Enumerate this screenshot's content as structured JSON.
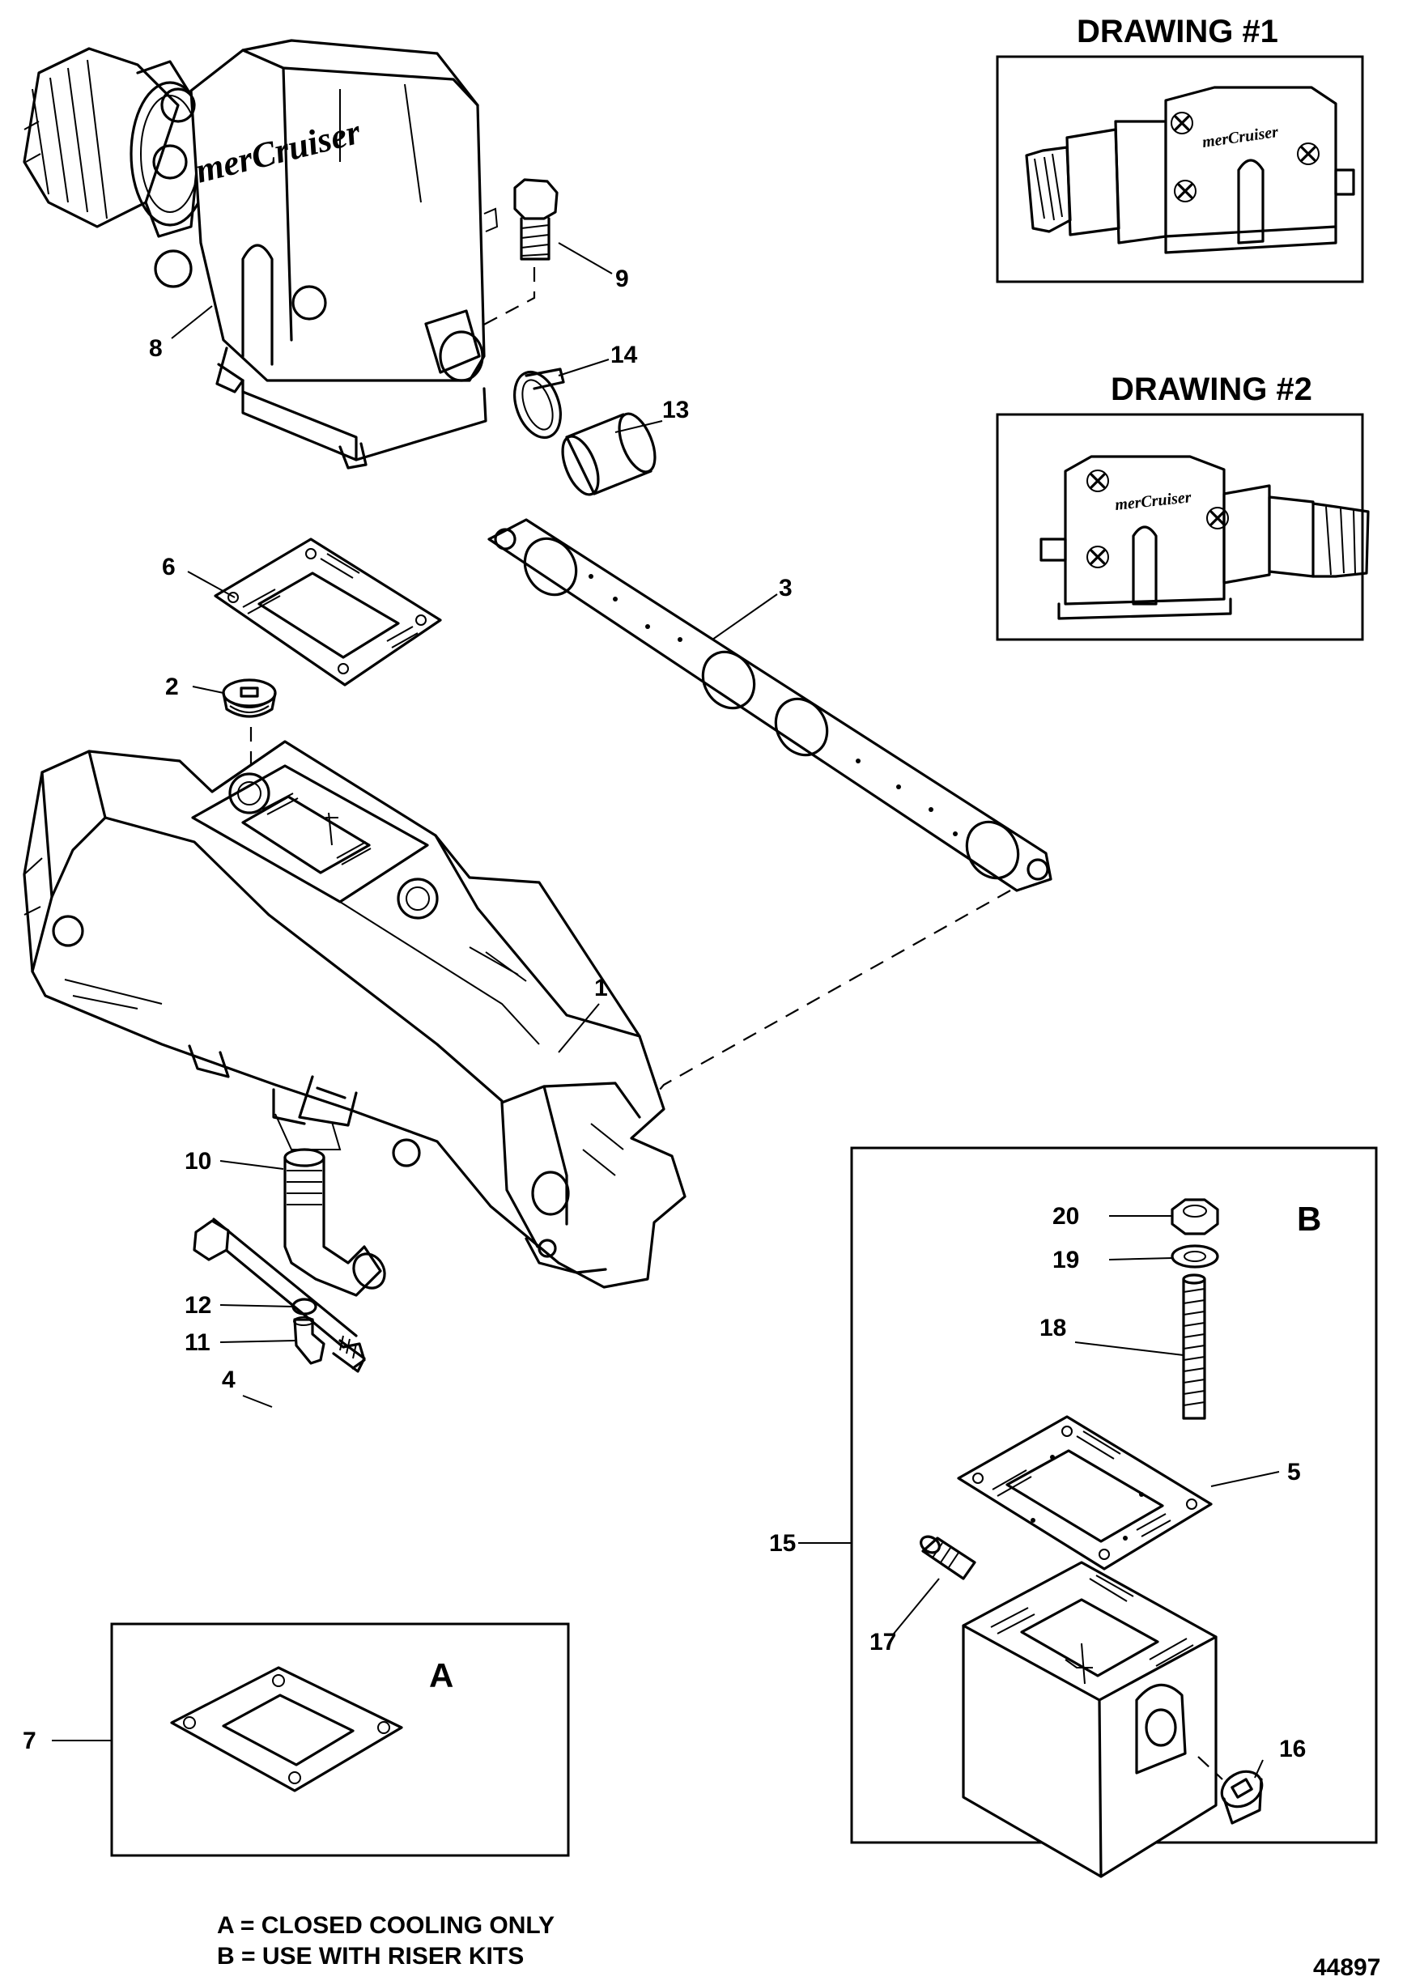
{
  "headers": {
    "drawing1": "DRAWING #1",
    "drawing2": "DRAWING #2"
  },
  "boxes": {
    "a_letter": "A",
    "b_letter": "B"
  },
  "logo": {
    "text": "merCruiser"
  },
  "callouts": {
    "c1": "1",
    "c2": "2",
    "c3": "3",
    "c4": "4",
    "c5": "5",
    "c6": "6",
    "c7": "7",
    "c8": "8",
    "c9": "9",
    "c10": "10",
    "c11": "11",
    "c12": "12",
    "c13": "13",
    "c14": "14",
    "c15": "15",
    "c16": "16",
    "c17": "17",
    "c18": "18",
    "c19": "19",
    "c20": "20"
  },
  "notes": {
    "a": "A = CLOSED COOLING ONLY",
    "b": "B = USE WITH RISER KITS"
  },
  "figure_number": "44897"
}
